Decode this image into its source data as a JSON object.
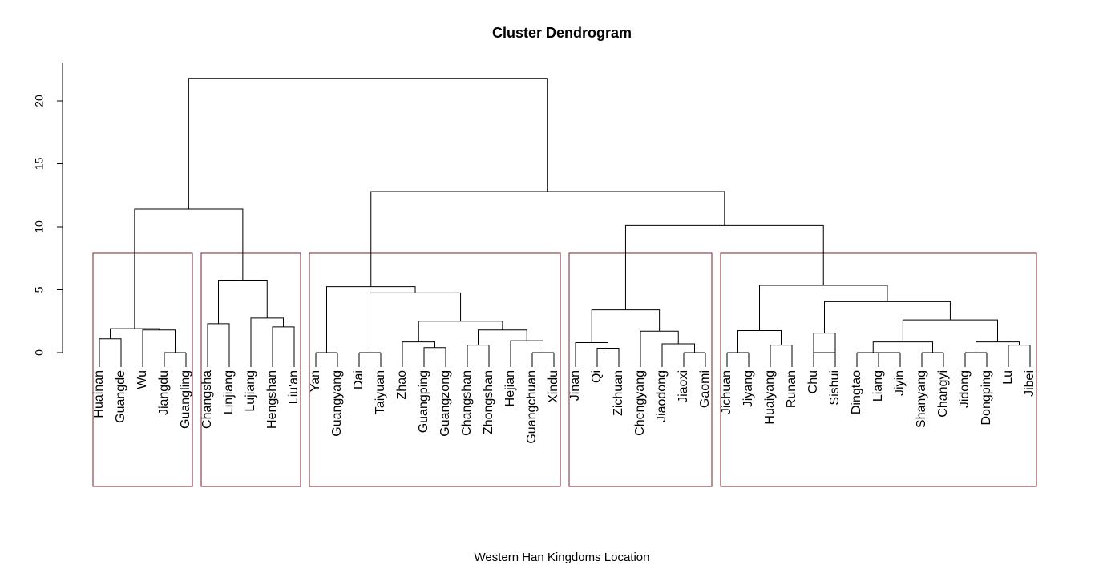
{
  "colors": {
    "cluster_box": "#7a1f2b",
    "branch": "#000000",
    "background": "#ffffff"
  },
  "chart_data": {
    "type": "dendrogram",
    "title": "Cluster Dendrogram",
    "xlabel": "Western Han Kingdoms Location",
    "ylabel": "",
    "ylim": [
      0,
      22
    ],
    "yticks": [
      0,
      5,
      10,
      15,
      20
    ],
    "leaves": [
      "Huainan",
      "Guangde",
      "Wu",
      "Jiangdu",
      "Guangling",
      "Changsha",
      "Linjiang",
      "Lujiang",
      "Hengshan",
      "Liu'an",
      "Yan",
      "Guangyang",
      "Dai",
      "Taiyuan",
      "Zhao",
      "Guangping",
      "Guangzong",
      "Changshan",
      "Zhongshan",
      "Hejian",
      "Guangchuan",
      "Xindu",
      "Jinan",
      "Qi",
      "Zichuan",
      "Chengyang",
      "Jiaodong",
      "Jiaoxi",
      "Gaomi",
      "Jichuan",
      "Jiyang",
      "Huaiyang",
      "Runan",
      "Chu",
      "Sishui",
      "Dingtao",
      "Liang",
      "Jiyin",
      "Shanyang",
      "Changyi",
      "Jidong",
      "Dongping",
      "Lu",
      "Jibei"
    ],
    "merges": [
      [
        [
          "Jiangdu"
        ],
        [
          "Guangling"
        ],
        0
      ],
      [
        [
          "Yan"
        ],
        [
          "Guangyang"
        ],
        0
      ],
      [
        [
          "Dai"
        ],
        [
          "Taiyuan"
        ],
        0
      ],
      [
        [
          "Jichuan"
        ],
        [
          "Jiyang"
        ],
        0
      ],
      [
        [
          "Chu"
        ],
        [
          "Sishui"
        ],
        0
      ],
      [
        [
          "Liang"
        ],
        [
          "Jiyin"
        ],
        0
      ],
      [
        [
          "Shanyang"
        ],
        [
          "Changyi"
        ],
        0
      ],
      [
        [
          "Jidong"
        ],
        [
          "Dongping"
        ],
        0
      ],
      [
        [
          "Guangchuan"
        ],
        [
          "Xindu"
        ],
        0
      ],
      [
        [
          "Jiaoxi"
        ],
        [
          "Gaomi"
        ],
        0
      ],
      [
        [
          "Guangping"
        ],
        [
          "Guangzong"
        ],
        0.4
      ],
      [
        [
          "Qi"
        ],
        [
          "Zichuan"
        ],
        0.35
      ],
      [
        [
          "Changshan"
        ],
        [
          "Zhongshan"
        ],
        0.6
      ],
      [
        [
          "Huaiyang"
        ],
        [
          "Runan"
        ],
        0.6
      ],
      [
        [
          "Lu"
        ],
        [
          "Jibei"
        ],
        0.6
      ],
      [
        [
          "Jiaodong"
        ],
        [
          "Jiaoxi",
          "Gaomi"
        ],
        0.7
      ],
      [
        [
          "Huainan"
        ],
        [
          "Guangde"
        ],
        1.1
      ],
      [
        [
          "Jinan"
        ],
        [
          "Qi",
          "Zichuan"
        ],
        0.8
      ],
      [
        [
          "Zhao"
        ],
        [
          "Guangping",
          "Guangzong"
        ],
        0.85
      ],
      [
        [
          "Dingtao"
        ],
        [
          "Liang",
          "Jiyin"
        ],
        0
      ],
      [
        [
          "Dingtao",
          "Liang",
          "Jiyin"
        ],
        [
          "Shanyang",
          "Changyi"
        ],
        0.85
      ],
      [
        [
          "Hejian"
        ],
        [
          "Guangchuan",
          "Xindu"
        ],
        0.95
      ],
      [
        [
          "Jidong",
          "Dongping"
        ],
        [
          "Lu",
          "Jibei"
        ],
        0.85
      ],
      [
        [
          "Chengyang"
        ],
        [
          "Jiaodong",
          "Jiaoxi",
          "Gaomi"
        ],
        1.7
      ],
      [
        [
          "Chu"
        ],
        [
          "Sishui"
        ],
        1.55
      ],
      [
        [
          "Changshan",
          "Zhongshan"
        ],
        [
          "Hejian",
          "Guangchuan",
          "Xindu"
        ],
        1.8
      ],
      [
        [
          "Jichuan",
          "Jiyang"
        ],
        [
          "Huaiyang",
          "Runan"
        ],
        1.75
      ],
      [
        [
          "Wu"
        ],
        [
          "Jiangdu",
          "Guangling"
        ],
        1.8
      ],
      [
        [
          "Hengshan"
        ],
        [
          "Liu'an"
        ],
        2.05
      ],
      [
        [
          "Huainan",
          "Guangde"
        ],
        [
          "Wu",
          "Jiangdu",
          "Guangling"
        ],
        1.9
      ],
      [
        [
          "Changsha"
        ],
        [
          "Linjiang"
        ],
        2.3
      ],
      [
        [
          "Zhao",
          "Guangping",
          "Guangzong"
        ],
        [
          "Changshan",
          "Zhongshan",
          "Hejian",
          "Guangchuan",
          "Xindu"
        ],
        2.5
      ],
      [
        [
          "Dingtao",
          "Liang",
          "Jiyin",
          "Shanyang",
          "Changyi"
        ],
        [
          "Jidong",
          "Dongping",
          "Lu",
          "Jibei"
        ],
        2.6
      ],
      [
        [
          "Lujiang"
        ],
        [
          "Hengshan",
          "Liu'an"
        ],
        2.75
      ],
      [
        [
          "Jinan",
          "Qi",
          "Zichuan"
        ],
        [
          "Chengyang",
          "Jiaodong",
          "Jiaoxi",
          "Gaomi"
        ],
        3.4
      ],
      [
        [
          "Chu",
          "Sishui"
        ],
        [
          "Dingtao",
          "Liang",
          "Jiyin",
          "Shanyang",
          "Changyi",
          "Jidong",
          "Dongping",
          "Lu",
          "Jibei"
        ],
        4.05
      ],
      [
        [
          "Dai",
          "Taiyuan"
        ],
        [
          "Zhao",
          "Guangping",
          "Guangzong",
          "Changshan",
          "Zhongshan",
          "Hejian",
          "Guangchuan",
          "Xindu"
        ],
        4.75
      ],
      [
        [
          "Yan",
          "Guangyang"
        ],
        [
          "Dai",
          "Taiyuan",
          "Zhao",
          "Guangping",
          "Guangzong",
          "Changshan",
          "Zhongshan",
          "Hejian",
          "Guangchuan",
          "Xindu"
        ],
        5.25
      ],
      [
        [
          "Jichuan",
          "Jiyang",
          "Huaiyang",
          "Runan"
        ],
        [
          "Chu",
          "Sishui",
          "Dingtao",
          "Liang",
          "Jiyin",
          "Shanyang",
          "Changyi",
          "Jidong",
          "Dongping",
          "Lu",
          "Jibei"
        ],
        5.35
      ],
      [
        [
          "Changsha",
          "Linjiang"
        ],
        [
          "Lujiang",
          "Hengshan",
          "Liu'an"
        ],
        5.7
      ],
      [
        [
          "Jinan",
          "Qi",
          "Zichuan",
          "Chengyang",
          "Jiaodong",
          "Jiaoxi",
          "Gaomi"
        ],
        [
          "Jichuan",
          "Jiyang",
          "Huaiyang",
          "Runan",
          "Chu",
          "Sishui",
          "Dingtao",
          "Liang",
          "Jiyin",
          "Shanyang",
          "Changyi",
          "Jidong",
          "Dongping",
          "Lu",
          "Jibei"
        ],
        10.1
      ],
      [
        [
          "Huainan",
          "Guangde",
          "Wu",
          "Jiangdu",
          "Guangling"
        ],
        [
          "Changsha",
          "Linjiang",
          "Lujiang",
          "Hengshan",
          "Liu'an"
        ],
        11.4
      ],
      [
        [
          "Yan",
          "Guangyang",
          "Dai",
          "Taiyuan",
          "Zhao",
          "Guangping",
          "Guangzong",
          "Changshan",
          "Zhongshan",
          "Hejian",
          "Guangchuan",
          "Xindu"
        ],
        [
          "Jinan",
          "Qi",
          "Zichuan",
          "Chengyang",
          "Jiaodong",
          "Jiaoxi",
          "Gaomi",
          "Jichuan",
          "Jiyang",
          "Huaiyang",
          "Runan",
          "Chu",
          "Sishui",
          "Dingtao",
          "Liang",
          "Jiyin",
          "Shanyang",
          "Changyi",
          "Jidong",
          "Dongping",
          "Lu",
          "Jibei"
        ],
        12.8
      ],
      [
        [
          "Huainan",
          "Guangde",
          "Wu",
          "Jiangdu",
          "Guangling",
          "Changsha",
          "Linjiang",
          "Lujiang",
          "Hengshan",
          "Liu'an"
        ],
        [
          "Yan",
          "Guangyang",
          "Dai",
          "Taiyuan",
          "Zhao",
          "Guangping",
          "Guangzong",
          "Changshan",
          "Zhongshan",
          "Hejian",
          "Guangchuan",
          "Xindu",
          "Jinan",
          "Qi",
          "Zichuan",
          "Chengyang",
          "Jiaodong",
          "Jiaoxi",
          "Gaomi",
          "Jichuan",
          "Jiyang",
          "Huaiyang",
          "Runan",
          "Chu",
          "Sishui",
          "Dingtao",
          "Liang",
          "Jiyin",
          "Shanyang",
          "Changyi",
          "Jidong",
          "Dongping",
          "Lu",
          "Jibei"
        ],
        21.8
      ]
    ],
    "clusters": [
      {
        "from": "Huainan",
        "to": "Guangling"
      },
      {
        "from": "Changsha",
        "to": "Liu'an"
      },
      {
        "from": "Yan",
        "to": "Xindu"
      },
      {
        "from": "Jinan",
        "to": "Gaomi"
      },
      {
        "from": "Jichuan",
        "to": "Jibei"
      }
    ],
    "cluster_cut_height": 7.9
  }
}
